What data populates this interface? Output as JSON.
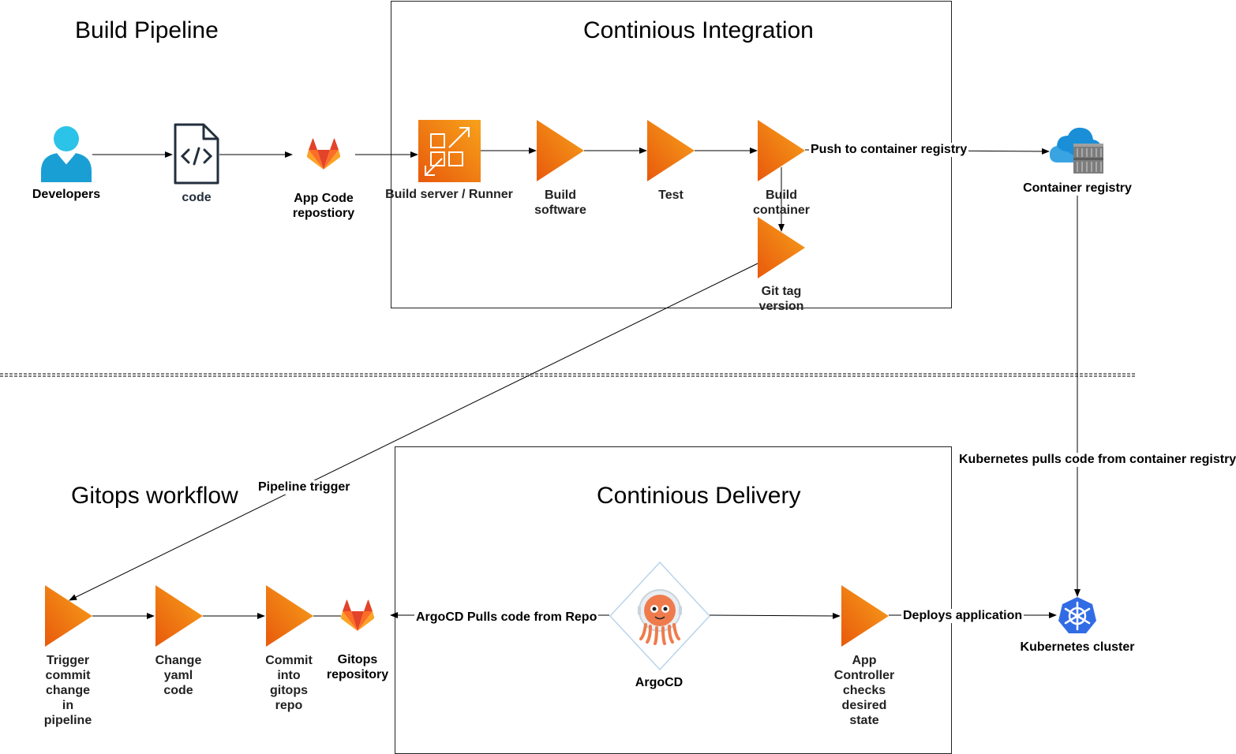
{
  "sections": {
    "build_pipeline": "Build Pipeline",
    "ci": "Continious Integration",
    "gitops": "Gitops workflow",
    "cd": "Continious Delivery"
  },
  "nodes": {
    "developers": "Developers",
    "code": "code",
    "app_repo": "App Code\nrepostiory",
    "build_server": "Build server / Runner",
    "build_software": "Build\nsoftware",
    "test": "Test",
    "build_container": "Build\ncontainer",
    "git_tag": "Git tag\nversion",
    "container_registry": "Container registry",
    "trigger_commit": "Trigger\ncommit\nchange\nin\npipeline",
    "change_yaml": "Change\nyaml\ncode",
    "commit_gitops": "Commit\ninto\ngitops\nrepo",
    "gitops_repo": "Gitops\nrepository",
    "argocd": "ArgoCD",
    "app_controller": "App\nController\nchecks\ndesired\nstate",
    "k8s_cluster": "Kubernetes cluster"
  },
  "edges": {
    "push_registry": "Push to container registry",
    "k8s_pulls": "Kubernetes pulls code from container registry",
    "pipeline_trigger": "Pipeline trigger",
    "argocd_pulls": "ArgoCD Pulls code from Repo",
    "deploys": "Deploys application"
  },
  "icons": {
    "developers": "user-icon",
    "code": "code-file-icon",
    "repo": "gitlab-icon",
    "build_server": "build-runner-icon",
    "stage": "pipeline-stage-icon",
    "registry": "container-registry-icon",
    "argocd": "argocd-icon",
    "kubernetes": "kubernetes-icon"
  },
  "colors": {
    "stage_orange": "#f08a0c",
    "gitlab_orange": "#e24329",
    "azure_blue": "#1a8fd8",
    "k8s_blue": "#326ce5"
  }
}
